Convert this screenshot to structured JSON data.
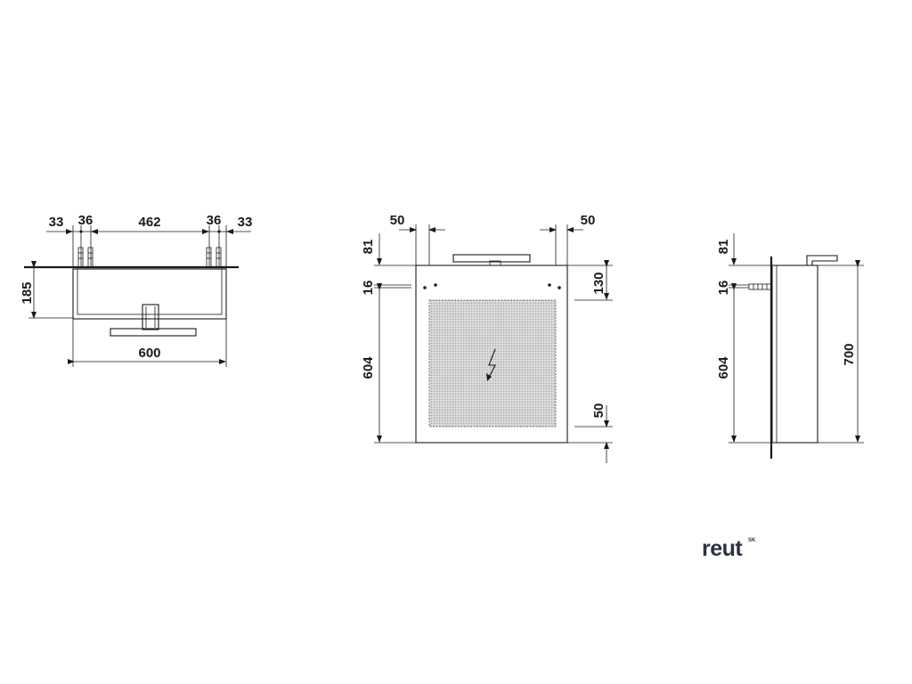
{
  "top_view": {
    "dim_left_edge": "33",
    "dim_left_anchor": "36",
    "dim_center": "462",
    "dim_right_anchor": "36",
    "dim_right_edge": "33",
    "dim_depth": "185",
    "dim_width": "600"
  },
  "front_view": {
    "dim_top_left": "50",
    "dim_top_right": "50",
    "dim_left_81": "81",
    "dim_left_16": "16",
    "dim_left_604": "604",
    "dim_right_130": "130",
    "dim_right_50": "50",
    "icon": "electric-power-icon"
  },
  "side_view": {
    "dim_81": "81",
    "dim_16": "16",
    "dim_604": "604",
    "dim_700": "700"
  },
  "logo": {
    "text": "reut",
    "superscript": "SK"
  }
}
